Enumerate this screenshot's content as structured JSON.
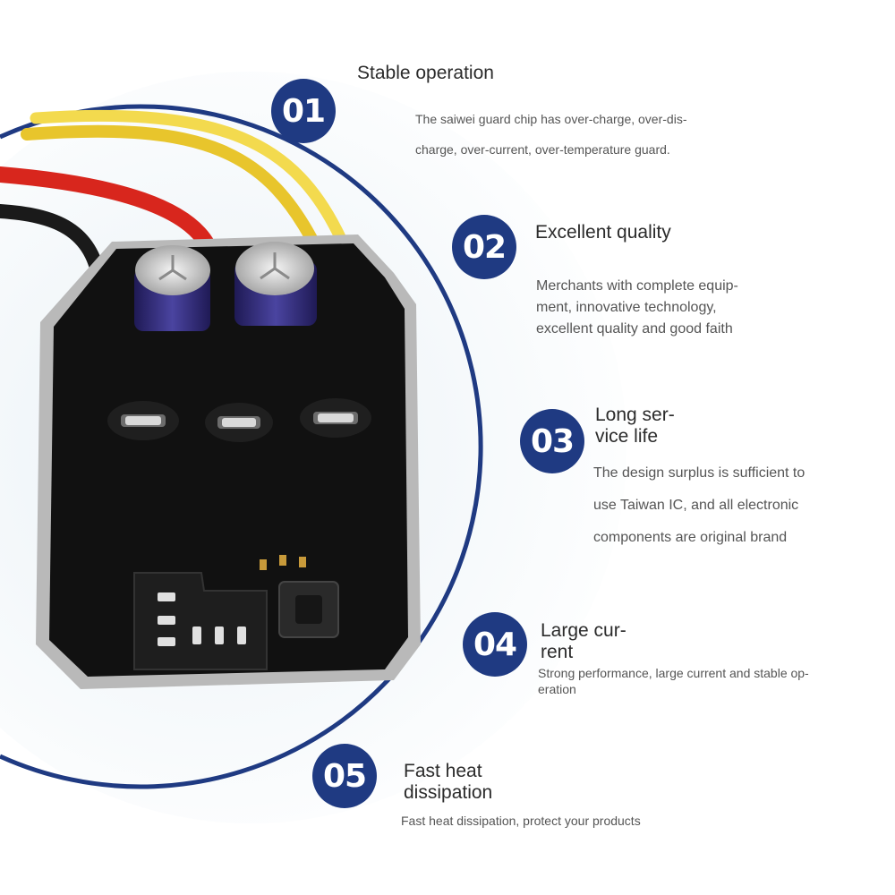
{
  "colors": {
    "ring": "#1f3a82",
    "badge": "#1f3a82",
    "board": "#111111",
    "board_edge": "#b9b9b9",
    "wire_red": "#d8261d",
    "wire_yellow": "#f1d23a",
    "wire_black": "#1a1a1a",
    "capacitor": "#2f2a72"
  },
  "features": [
    {
      "number": "01",
      "title": "Stable operation",
      "description": "The saiwei guard chip has over-charge, over-dis-\ncharge, over-current, over-temperature guard."
    },
    {
      "number": "02",
      "title": "Excellent quality",
      "description": "Merchants with complete equip-\nment, innovative technology,\nexcellent quality and good faith"
    },
    {
      "number": "03",
      "title": "Long ser-\nvice life",
      "description": "The design surplus is sufficient to\nuse Taiwan IC, and all electronic\ncomponents are original brand"
    },
    {
      "number": "04",
      "title": "Large cur-\nrent",
      "description": "Strong performance, large current and stable op-\neration"
    },
    {
      "number": "05",
      "title": "Fast heat\ndissipation",
      "description": "Fast heat dissipation, protect your products"
    }
  ]
}
